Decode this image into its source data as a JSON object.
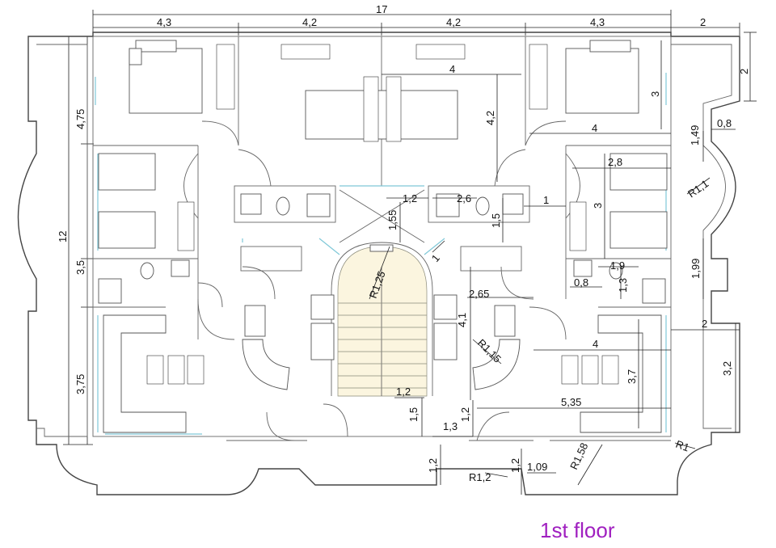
{
  "title": "1st floor",
  "colors": {
    "title": "#a020c0",
    "glass": "#7fc8d8",
    "wall": "#444444",
    "stair": "#fbf5df"
  },
  "dims": {
    "top_total": "17",
    "top_a": "4,3",
    "top_b": "4,2",
    "top_c": "4,2",
    "top_d": "4,3",
    "top_e": "2",
    "right_top": "2",
    "left_a": "4,75",
    "left_total": "12",
    "left_b": "3,5",
    "left_c": "3,75",
    "mid_4": "4",
    "mid_42": "4,2",
    "r_3": "3",
    "r_4": "4",
    "r_149": "1,49",
    "r_08": "0,8",
    "r_28": "2,8",
    "r_R11": "R1,1",
    "r_3b": "3",
    "r_1": "1",
    "c_12": "1,2",
    "c_26": "2,6",
    "c_155": "1,55",
    "c_15": "1,5",
    "c_1": "1",
    "c_R125": "R1,25",
    "r_199": "1,99",
    "r_19": "1,9",
    "r_08b": "0,8",
    "r_13": "1,3",
    "c_265": "2,65",
    "c_41": "4,1",
    "r_2b": "2",
    "r_R115": "R1,15",
    "r_4b": "4",
    "r_32": "3,2",
    "r_37": "3,7",
    "r_535": "5,35",
    "c_12b": "1,2",
    "c_15b": "1,5",
    "c_13": "1,3",
    "c_12c": "1,2",
    "r_R1": "R1",
    "r_R158": "R1,58",
    "b_12": "1,2",
    "b_R12": "R1,2",
    "b_12b": "1,2",
    "b_109": "1,09"
  }
}
